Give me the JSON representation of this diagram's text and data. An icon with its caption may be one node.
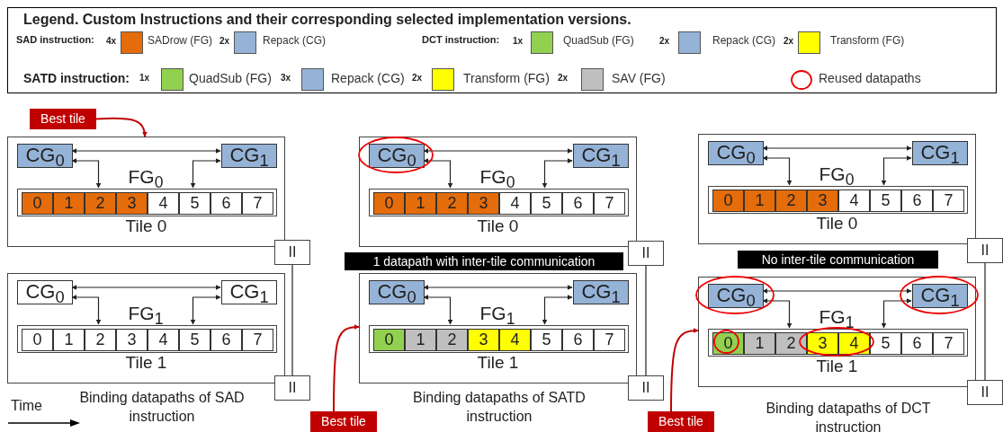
{
  "diagram": {
    "nodes": [
      {
        "text": [
          "Best tile"
        ]
      },
      {
        "text": [
          "Tile 0"
        ]
      },
      {
        "text": [
          "CG$_{0}$"
        ],
        "in": 1
      },
      {
        "text": [
          "CG$_{1}$"
        ],
        "in": 1
      },
      {
        "text": [
          "FG$_{0}$"
        ],
        "in": 1
      },
      {
        "text": [
          "0"
        ],
        "in": 4
      },
      {
        "text": [
          "1"
        ],
        "in": 4
      },
      {
        "text": [
          "2"
        ],
        "in": 4
      },
      {
        "text": [
          "3"
        ],
        "in": 4
      },
      {
        "text": [
          "4"
        ],
        "in": 4
      },
      {
        "text": [
          "5"
        ],
        "in": 4
      },
      {
        "text": [
          "6"
        ],
        "in": 4
      },
      {
        "text": [
          "7"
        ],
        "in": 4
      },
      {
        "text": [
          "II"
        ]
      },
      {
        "text": [
          "Tile 1"
        ]
      },
      {
        "text": [
          "CG$_{0}$"
        ],
        "in": 14
      },
      {
        "text": [
          "CG$_{1}$"
        ],
        "in": 14
      },
      {
        "text": [
          "FG$_{1}$"
        ],
        "in": 14
      },
      {
        "text": [
          "0"
        ],
        "in": 17
      },
      {
        "text": [
          "1"
        ],
        "in": 17
      },
      {
        "text": [
          "2"
        ],
        "in": 17
      },
      {
        "text": [
          "3"
        ],
        "in": 17
      },
      {
        "text": [
          "4"
        ],
        "in": 17
      },
      {
        "text": [
          "5"
        ],
        "in": 17
      },
      {
        "text": [
          "6"
        ],
        "in": 17
      },
      {
        "text": [
          "7"
        ],
        "in": 17
      },
      {
        "text": [
          "II"
        ]
      },
      {
        "text": [
          "Tile 0"
        ]
      },
      {
        "text": [
          "CG$_{0}$"
        ],
        "in": 27
      },
      {
        "text": [
          "CG$_{1}$"
        ],
        "in": 27
      },
      {
        "text": [
          "FG$_{0}$"
        ],
        "in": 27
      },
      {
        "text": [
          "0"
        ],
        "in": 30
      },
      {
        "text": [
          "1"
        ],
        "in": 30
      },
      {
        "text": [
          "2"
        ],
        "in": 30
      },
      {
        "text": [
          "3"
        ],
        "in": 30
      },
      {
        "text": [
          "4"
        ],
        "in": 30
      },
      {
        "text": [
          "5"
        ],
        "in": 30
      },
      {
        "text": [
          "6"
        ],
        "in": 30
      },
      {
        "text": [
          "7"
        ],
        "in": 30
      },
      {
        "text": [
          "II"
        ]
      },
      {
        "text": [
          "1 datapath with inter-tile communication"
        ]
      },
      {
        "text": [
          "Tile 1"
        ]
      },
      {
        "text": [
          "CG$_{0}$"
        ],
        "in": 41
      },
      {
        "text": [
          "CG$_{1}$"
        ],
        "in": 41
      },
      {
        "text": [
          "FG$_{1}$"
        ],
        "in": 41
      },
      {
        "text": [
          "0"
        ],
        "in": 44
      },
      {
        "text": [
          "1"
        ],
        "in": 44
      },
      {
        "text": [
          "2"
        ],
        "in": 44
      },
      {
        "text": [
          "3"
        ],
        "in": 44
      },
      {
        "text": [
          "4"
        ],
        "in": 44
      },
      {
        "text": [
          "5"
        ],
        "in": 44
      },
      {
        "text": [
          "6"
        ],
        "in": 44
      },
      {
        "text": [
          "7"
        ],
        "in": 44
      },
      {
        "text": [
          "II"
        ]
      },
      {
        "text": [
          "Best tile"
        ]
      },
      {
        "text": [
          "Tile 0"
        ]
      },
      {
        "text": [
          "CG$_{0}$"
        ],
        "in": 55
      },
      {
        "text": [
          "CG$_{1}$"
        ],
        "in": 55
      },
      {
        "text": [
          "FG$_{0}$"
        ],
        "in": 55
      },
      {
        "text": [
          "0"
        ],
        "in": 58
      },
      {
        "text": [
          "1"
        ],
        "in": 58
      },
      {
        "text": [
          "2"
        ],
        "in": 58
      },
      {
        "text": [
          "3"
        ],
        "in": 58
      },
      {
        "text": [
          "4"
        ],
        "in": 58
      },
      {
        "text": [
          "5"
        ],
        "in": 58
      },
      {
        "text": [
          "6"
        ],
        "in": 58
      },
      {
        "text": [
          "7"
        ],
        "in": 58
      },
      {
        "text": [
          "II"
        ]
      },
      {
        "text": [
          "No inter-tile communication"
        ]
      },
      {
        "text": [
          "Tile 1"
        ]
      },
      {
        "text": [
          "CG$_{0}$"
        ],
        "in": 69
      },
      {
        "text": [
          "CG$_{1}$"
        ],
        "in": 69
      },
      {
        "text": [
          "FG$_{1}$"
        ],
        "in": 69
      },
      {
        "text": [
          "0"
        ],
        "in": 72
      },
      {
        "text": [
          "1"
        ],
        "in": 72
      },
      {
        "text": [
          "2"
        ],
        "in": 72
      },
      {
        "text": [
          "3"
        ],
        "in": 72
      },
      {
        "text": [
          "4"
        ],
        "in": 72
      },
      {
        "text": [
          "5"
        ],
        "in": 72
      },
      {
        "text": [
          "6"
        ],
        "in": 72
      },
      {
        "text": [
          "7"
        ],
        "in": 72
      },
      {
        "text": [
          "II"
        ]
      },
      {
        "text": [
          "Best tile"
        ]
      }
    ],
    "edges": [
      {
        "from": 0,
        "to": 1,
        "arrow": "to",
        "color": "#c00000"
      },
      {
        "from": 2,
        "to": 3,
        "arrow": "both"
      },
      {
        "from": 2,
        "to": 4,
        "arrow": "both"
      },
      {
        "from": 3,
        "to": 4,
        "arrow": "both"
      },
      {
        "from": 13,
        "to": 26,
        "arrow": "none"
      },
      {
        "from": 15,
        "to": 16,
        "arrow": "both"
      },
      {
        "from": 15,
        "to": 17,
        "arrow": "both"
      },
      {
        "from": 16,
        "to": 17,
        "arrow": "both"
      },
      {
        "from": 28,
        "to": 29,
        "arrow": "both"
      },
      {
        "from": 28,
        "to": 30,
        "arrow": "both"
      },
      {
        "from": 29,
        "to": 30,
        "arrow": "both"
      },
      {
        "from": 39,
        "to": 53,
        "arrow": "none"
      },
      {
        "from": 42,
        "to": 43,
        "arrow": "both"
      },
      {
        "from": 42,
        "to": 44,
        "arrow": "both"
      },
      {
        "from": 43,
        "to": 44,
        "arrow": "both"
      },
      {
        "from": 54,
        "to": 41,
        "arrow": "to",
        "color": "#c00000"
      },
      {
        "from": 56,
        "to": 57,
        "arrow": "both"
      },
      {
        "from": 56,
        "to": 58,
        "arrow": "both"
      },
      {
        "from": 57,
        "to": 58,
        "arrow": "both"
      },
      {
        "from": 67,
        "to": 81,
        "arrow": "none"
      },
      {
        "from": 70,
        "to": 71,
        "arrow": "both"
      },
      {
        "from": 70,
        "to": 72,
        "arrow": "both"
      },
      {
        "from": 71,
        "to": 72,
        "arrow": "both"
      },
      {
        "from": 82,
        "to": 69,
        "arrow": "to",
        "color": "#c00000"
      }
    ],
    "labels": [
      "Legend. Custom Instructions and their corresponding selected implementation versions.",
      "SAD instruction:",
      "4x",
      "2x",
      "DCT instruction:",
      "1x",
      "2x",
      "2x",
      "SATD instruction:",
      "1x",
      "3x",
      "2x",
      "2x",
      "Time",
      "Binding datapaths of SAD instruction",
      "Binding datapaths of SATD instruction",
      "Binding datapaths of DCT instruction"
    ],
    "legend": [
      {
        "text": "SADrow (FG)",
        "color": "#e46c0a"
      },
      {
        "text": "Repack (CG)",
        "color": "#95b3d7"
      },
      {
        "text": "QuadSub (FG)",
        "color": "#92d050"
      },
      {
        "text": "Repack (CG)",
        "color": "#95b3d7"
      },
      {
        "text": "Transform (FG)",
        "color": "#ffff00"
      },
      {
        "text": "QuadSub (FG)",
        "color": "#92d050"
      },
      {
        "text": "Repack (CG)",
        "color": "#95b3d7"
      },
      {
        "text": "Transform (FG)",
        "color": "#ffff00"
      },
      {
        "text": "SAV (FG)",
        "color": "#bfbfbf"
      },
      {
        "text": "Reused datapaths"
      }
    ]
  }
}
